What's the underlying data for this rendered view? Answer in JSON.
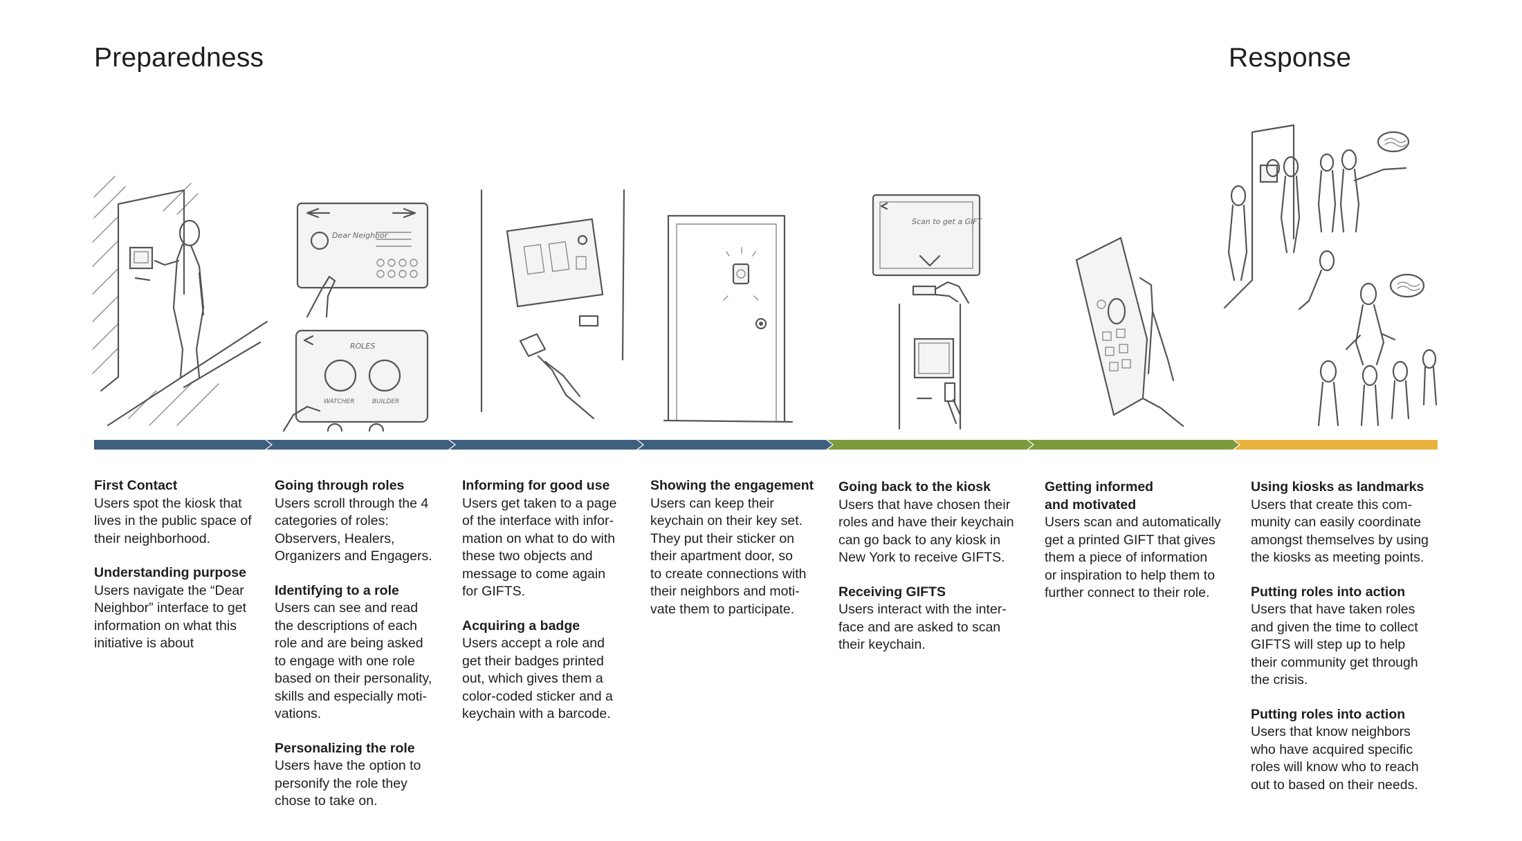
{
  "phases": {
    "left": "Preparedness",
    "right": "Response"
  },
  "colors": {
    "blue": "#3e5f7d",
    "green": "#7d9a3c",
    "yellow": "#e8b33d"
  },
  "columns": [
    {
      "steps": [
        {
          "title": "First Contact",
          "desc": "Users spot the kiosk that\nlives in the public space of\ntheir neighborhood."
        },
        {
          "title": "Understanding purpose",
          "desc": "Users navigate the “Dear\nNeighbor” interface to get\ninformation on what this\ninitiative is about"
        }
      ]
    },
    {
      "steps": [
        {
          "title": "Going through roles",
          "desc": "Users scroll through the 4\ncategories of roles:\nObservers, Healers,\nOrganizers and Engagers."
        },
        {
          "title": "Identifying to a role",
          "desc": "Users can see and read\nthe descriptions of each\nrole and are being asked\nto engage with one role\nbased on their personality,\nskills and especially moti-\nvations."
        },
        {
          "title": "Personalizing the role",
          "desc": "Users have the option to\npersonify the role they\nchose to take on."
        }
      ]
    },
    {
      "steps": [
        {
          "title": "Informing for good use",
          "desc": "Users get taken to a page\nof the interface with infor-\nmation on what to do with\nthese two objects and\nmessage to come again\nfor GIFTS."
        },
        {
          "title": "Acquiring a badge",
          "desc": "Users accept a role and\nget their badges printed\nout, which gives them a\ncolor-coded sticker and a\nkeychain with a barcode."
        }
      ]
    },
    {
      "steps": [
        {
          "title": "Showing the engagement",
          "desc": "Users can keep their\nkeychain on their key set.\nThey put their sticker on\ntheir apartment door, so\nto create connections with\ntheir neighbors and moti-\nvate them to participate."
        }
      ]
    },
    {
      "steps": [
        {
          "title": "Going back to the kiosk",
          "desc": "Users that have chosen their\nroles and have their keychain\ncan go back to any kiosk in\nNew York to receive GIFTS."
        },
        {
          "title": "Receiving GIFTS",
          "desc": "Users interact with the inter-\nface and are asked to scan\ntheir keychain."
        }
      ]
    },
    {
      "steps": [
        {
          "title": "Getting informed\nand motivated",
          "desc": "Users scan and automatically\nget a printed GIFT that gives\nthem a piece of information\nor inspiration to help them to\nfurther connect to their role."
        }
      ]
    },
    {
      "steps": [
        {
          "title": "Using kiosks as landmarks",
          "desc": "Users that create this com-\nmunity can easily coordinate\namongst themselves by using\nthe kiosks as meeting points."
        },
        {
          "title": "Putting roles into action",
          "desc": "Users that have taken roles\nand given the time to collect\nGIFTS will step up to help\ntheir community get through\nthe crisis."
        },
        {
          "title": "Putting roles into action",
          "desc": "Users that know neighbors\nwho have acquired specific\nroles will know who to reach\nout to based on their needs."
        }
      ]
    }
  ],
  "sketch_labels": {
    "dear_neighbor": "Dear Neighbor",
    "roles": "ROLES",
    "watcher": "WATCHER",
    "builder": "BUILDER",
    "scan_gift": "Scan to get a GIFT"
  }
}
